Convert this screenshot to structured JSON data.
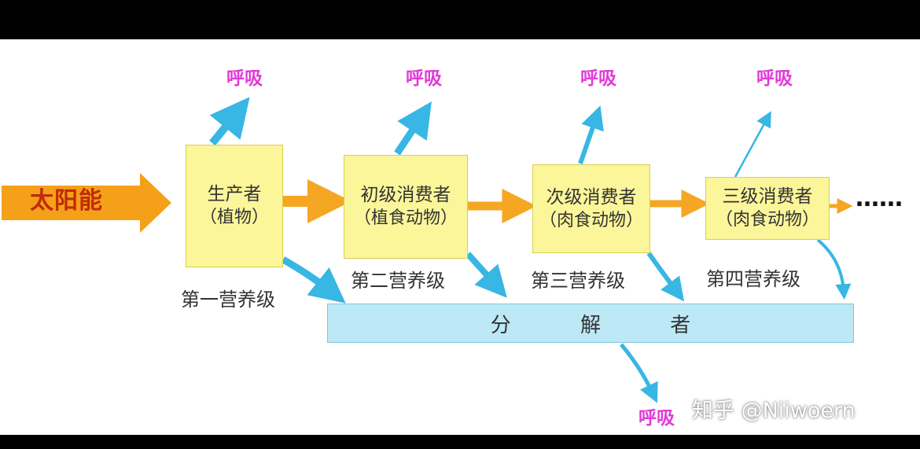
{
  "sun": "太阳能",
  "respiration": "呼吸",
  "boxes": [
    {
      "line1": "生产者",
      "line2": "（植物）"
    },
    {
      "line1": "初级消费者",
      "line2": "（植食动物）"
    },
    {
      "line1": "次级消费者",
      "line2": "（肉食动物）"
    },
    {
      "line1": "三级消费者",
      "line2": "（肉食动物）"
    }
  ],
  "levels": [
    "第一营养级",
    "第二营养级",
    "第三营养级",
    "第四营养级"
  ],
  "decomposer": "分 解 者",
  "ellipsis": "……",
  "watermark": "知乎 @Niiwoern",
  "colors": {
    "box_fill": "#fbf69a",
    "sun_arrow": "#f5a019",
    "flow_arrow": "#f5a623",
    "respiration_arrow": "#38b6e4",
    "respiration_text": "#e13ad7",
    "decomposer_fill": "#bde8f6"
  }
}
